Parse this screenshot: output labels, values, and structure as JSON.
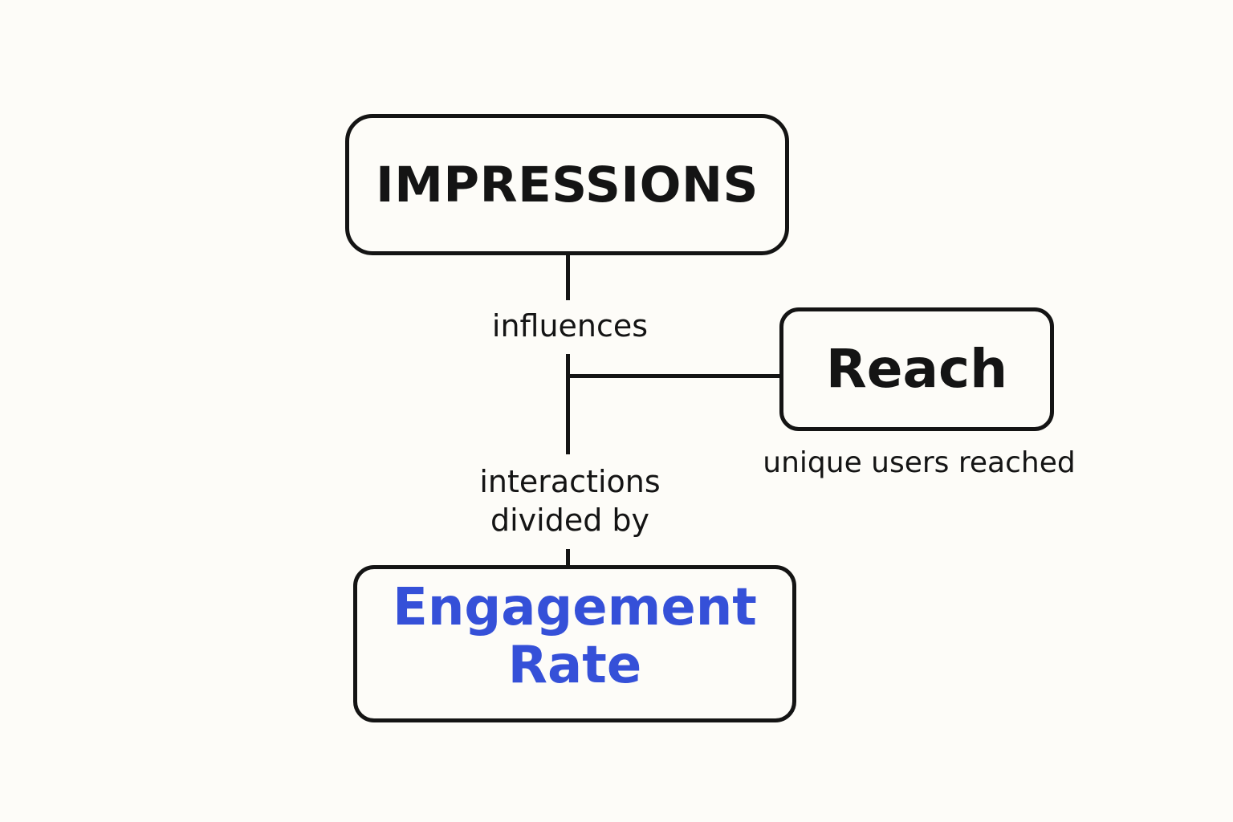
{
  "nodes": {
    "impressions": "IMPRESSIONS",
    "reach": "Reach",
    "engagement_line1": "Engagement",
    "engagement_line2": "Rate"
  },
  "labels": {
    "influences": "influences",
    "interactions_line1": "interactions",
    "interactions_line2": "divided by",
    "reach_caption": "unique users reached"
  },
  "colors": {
    "background": "#fdfcf8",
    "stroke": "#141414",
    "accent": "#3550d8"
  }
}
